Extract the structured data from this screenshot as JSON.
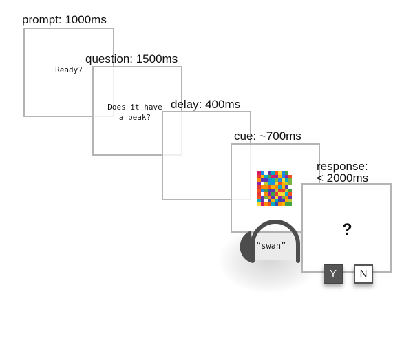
{
  "steps": [
    {
      "name": "prompt",
      "label": "prompt: 1000ms",
      "content": "Ready?"
    },
    {
      "name": "question",
      "label": "question: 1500ms",
      "content": "Does it have\na beak?"
    },
    {
      "name": "delay",
      "label": "delay: 400ms"
    },
    {
      "name": "cue",
      "label": "cue: ~700ms",
      "spoken_word": "“swan”"
    },
    {
      "name": "response",
      "label_line1": "response:",
      "label_line2": "< 2000ms",
      "content": "?"
    }
  ],
  "keys": {
    "yes": "Y",
    "no": "N"
  },
  "icons": {
    "headphones": "headphones-icon",
    "cue_image": "scrambled-image"
  },
  "colors": {
    "frame_border": "#b4b4b4",
    "key_yes_bg": "#555555",
    "headphones": "#4d4d4d"
  }
}
